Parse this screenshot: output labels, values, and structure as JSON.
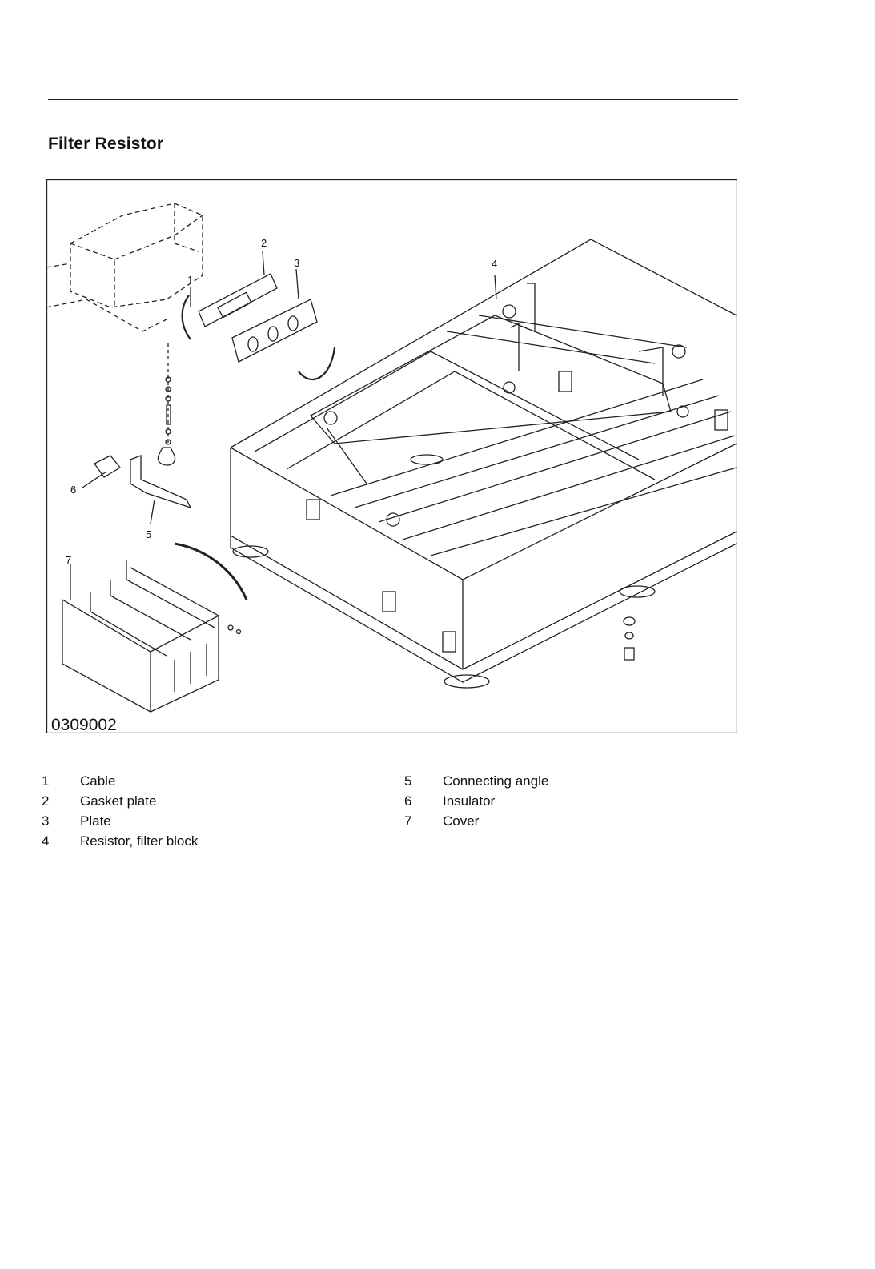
{
  "section_title": "Filter Resistor",
  "figure": {
    "id": "0309002",
    "callouts": [
      "1",
      "2",
      "3",
      "4",
      "5",
      "6",
      "7"
    ]
  },
  "legend": [
    {
      "number": "1",
      "label": "Cable"
    },
    {
      "number": "2",
      "label": "Gasket plate"
    },
    {
      "number": "3",
      "label": "Plate"
    },
    {
      "number": "4",
      "label": "Resistor, filter block"
    },
    {
      "number": "5",
      "label": "Connecting angle"
    },
    {
      "number": "6",
      "label": "Insulator"
    },
    {
      "number": "7",
      "label": "Cover"
    }
  ]
}
